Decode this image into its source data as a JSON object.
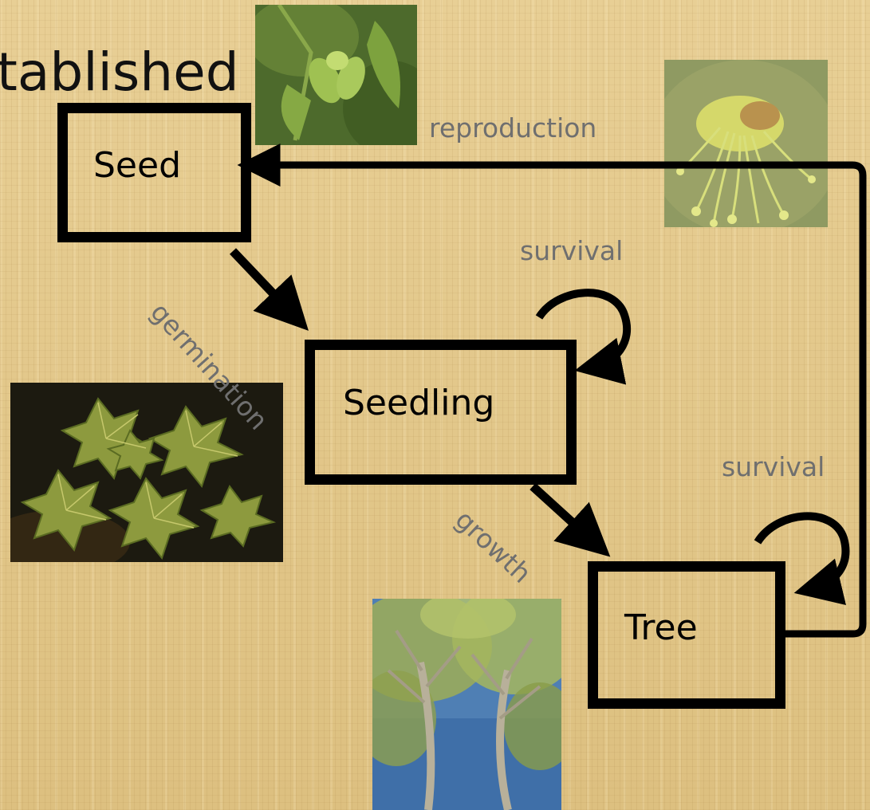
{
  "slide": {
    "title": "tablished"
  },
  "nodes": {
    "seed": "Seed",
    "seedling": "Seedling",
    "tree": "Tree"
  },
  "transitions": {
    "reproduction": "reproduction",
    "germination": "germination",
    "seedling_survival": "survival",
    "growth": "growth",
    "tree_survival": "survival"
  },
  "colors": {
    "arrow": "#000000",
    "label": "#6f6f6f",
    "background": "#e4c98c"
  },
  "images": [
    "maple-samara-photo",
    "maple-flowers-photo",
    "maple-seedling-leaves-photo",
    "maple-tree-canopy-photo"
  ]
}
